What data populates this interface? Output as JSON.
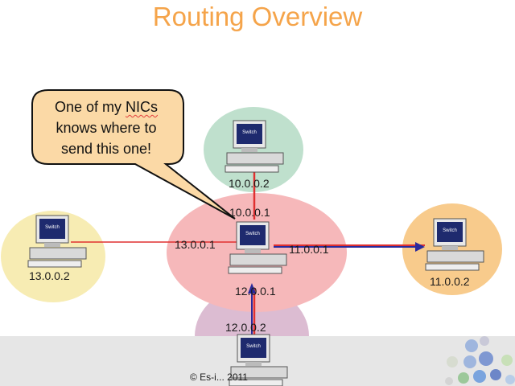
{
  "title": "Routing Overview",
  "callout": {
    "line1": "One of my ",
    "nic_word": "NICs",
    "line2": "knows where to",
    "line3": "send this one!"
  },
  "hosts": {
    "top": {
      "ip": "10.0.0.2"
    },
    "left": {
      "ip": "13.0.0.2"
    },
    "right": {
      "ip": "11.0.0.2"
    },
    "bottom": {
      "ip": "12.0.0.2"
    }
  },
  "router": {
    "nic_top": "10.0.0.1",
    "nic_left": "13.0.0.1",
    "nic_right": "11.0.0.1",
    "nic_bottom": "12.0.0.1"
  },
  "footer": "© Es-i... 2011",
  "colors": {
    "title": "#f5a44a",
    "zone_top": "#bfe0cd",
    "zone_left": "#f7ecb3",
    "zone_center": "#f6b8ba",
    "zone_right": "#f8cb8c",
    "zone_bottom": "#dcbcd2",
    "link_red": "#e03030",
    "arrow_blue": "#2a2a9c",
    "callout_fill": "#fbd9a6"
  },
  "icons": {
    "computer": "desktop-computer-icon",
    "decoration": "decorative-circles"
  }
}
